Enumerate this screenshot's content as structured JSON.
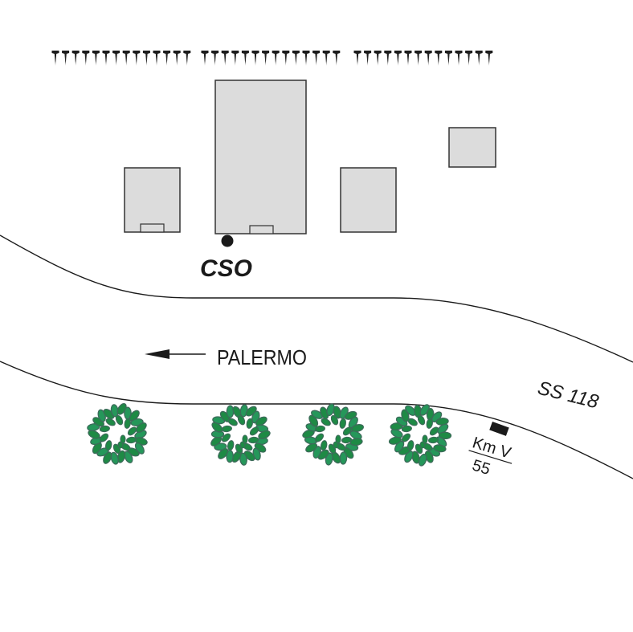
{
  "map": {
    "labels": {
      "site": "CSO",
      "direction": "PALERMO",
      "road": "SS 118",
      "km_top": "Km V",
      "km_bottom": "55"
    },
    "tree_rows": [
      {
        "count": 14
      },
      {
        "count": 14
      },
      {
        "count": 14
      }
    ],
    "buildings": [
      {
        "name": "building-left",
        "has_door": true
      },
      {
        "name": "building-main",
        "has_door": true
      },
      {
        "name": "building-right",
        "has_door": false
      },
      {
        "name": "building-small",
        "has_door": false
      }
    ],
    "bushes": 4,
    "colors": {
      "building_fill": "#dcdcdc",
      "outline": "#333333",
      "bush_green": "#1e8a45",
      "bush_dark": "#3d6b5a",
      "ink": "#1a1a1a"
    }
  }
}
